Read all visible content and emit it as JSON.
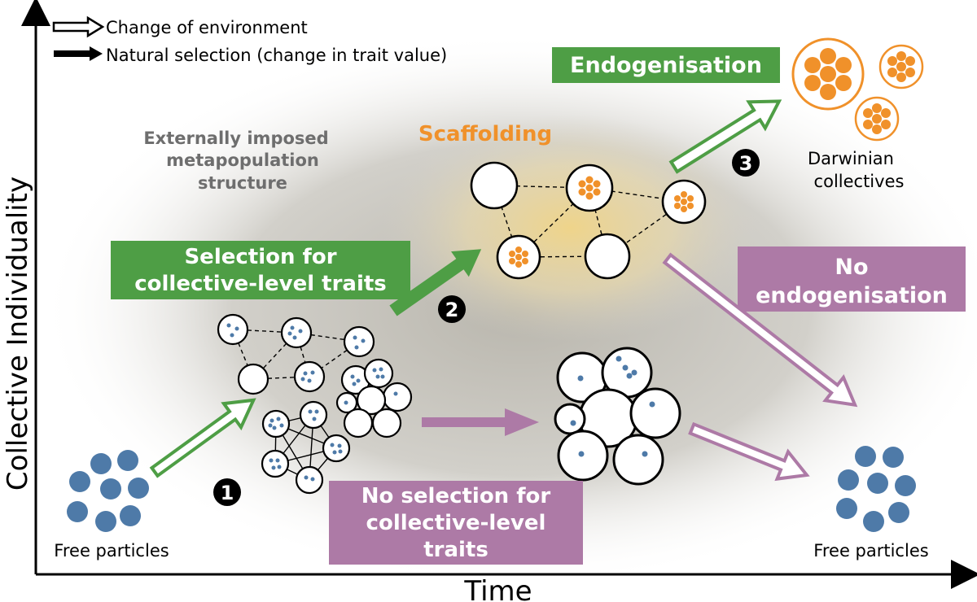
{
  "axes": {
    "y_label": "Collective Individuality",
    "x_label": "Time"
  },
  "legend": {
    "change_of_environment": "Change of environment",
    "natural_selection": "Natural selection (change in trait value)"
  },
  "labels": {
    "external_structure": [
      "Externally imposed",
      "metapopulation",
      "structure"
    ],
    "scaffolding": "Scaffolding",
    "free_particles_start": "Free particles",
    "free_particles_end": "Free particles",
    "darwinian_collectives": [
      "Darwinian",
      "collectives"
    ]
  },
  "boxes": {
    "selection_for": [
      "Selection for",
      "collective-level traits"
    ],
    "no_selection_for": [
      "No selection for",
      "collective-level",
      "traits"
    ],
    "endogenisation": "Endogenisation",
    "no_endogenisation": [
      "No",
      "endogenisation"
    ]
  },
  "steps": [
    "1",
    "2",
    "3"
  ],
  "colors": {
    "green": "#4e9e45",
    "purple": "#ad7aa6",
    "orange": "#f0912a",
    "particle_blue": "#4e7aa8",
    "grey_text": "#6e6e6e"
  }
}
